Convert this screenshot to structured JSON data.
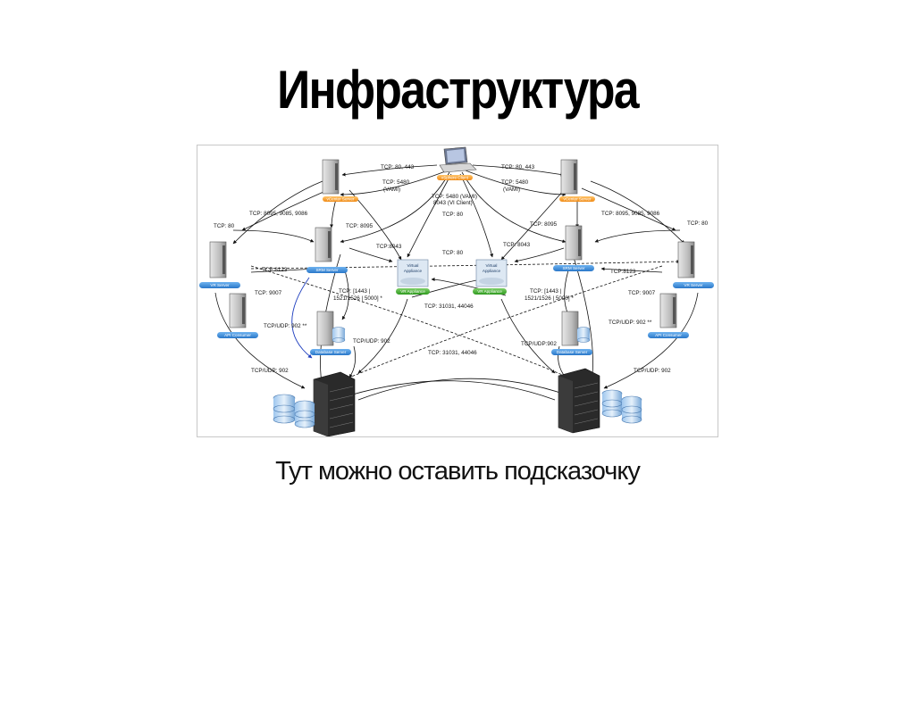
{
  "slide": {
    "title": "Инфраструктура",
    "caption": "Тут можно оставить подсказочку"
  },
  "diagram": {
    "nodes": {
      "client": "vSphere Client",
      "vcenter_left": "vCenter Server",
      "vcenter_right": "vCenter Server",
      "srm_left": "SRM Server",
      "srm_right": "SRM Server",
      "vr_left": "VR Server",
      "vr_right": "VR Server",
      "api_left": "API Consumer",
      "api_right": "API Consumer",
      "db_left": "Database Server",
      "db_right": "Database Server",
      "va_left_top": "Virtual",
      "va_left_bottom": "Appliance",
      "va_left_badge": "VR Appliance",
      "va_right_top": "Virtual",
      "va_right_bottom": "Appliance",
      "va_right_badge": "VR Appliance"
    },
    "labels": {
      "l_tcp80_443": "TCP: 80, 443",
      "r_tcp80_443": "TCP: 80, 443",
      "l_tcp5480_a": "TCP: 5480",
      "l_tcp5480_b": "(VAMI)",
      "r_tcp5480_a": "TCP: 5480",
      "r_tcp5480_b": "(VAMI)",
      "c_tcp5480": "TCP: 5480 (VAMI)",
      "c_8043": "8043 (VI Client)",
      "c_tcp80": "TCP: 80",
      "l_8095_8085": "TCP: 8095, 9085, 9086",
      "r_8095_8085": "TCP: 8095, 9085, 9086",
      "l_tcp80": "TCP: 80",
      "r_tcp80": "TCP: 80",
      "l_tcp8095": "TCP: 8095",
      "r_tcp8095": "TCP: 8095",
      "l_tcp8043": "TCP:8043",
      "r_tcp8043": "TCP: 8043",
      "c_tcp80_mid": "TCP: 80",
      "l_tcp8123": "TCP:8123",
      "r_tcp8123": "TCP:8123",
      "l_tcp9007": "TCP: 9007",
      "r_tcp9007": "TCP: 9007",
      "l_tcp1443_a": "TCP: [1443 |",
      "l_tcp1443_b": "1521/1526 | 5000] *",
      "r_tcp1443_a": "TCP: [1443 |",
      "r_tcp1443_b": "1521/1526 | 5000] *",
      "c_tcp31031_top": "TCP: 31031, 44046",
      "c_tcp31031_bot": "TCP: 31031, 44046",
      "l_udp902_star": "TCP/UDP: 902 **",
      "r_udp902_star": "TCP/UDP: 902 **",
      "l_udp902_a": "TCP/UDP: 902",
      "r_udp902_a": "TCP/UDP:902",
      "l_udp902_b": "TCP/UDP: 902",
      "r_udp902_b": "TCP/UDP: 902"
    }
  }
}
